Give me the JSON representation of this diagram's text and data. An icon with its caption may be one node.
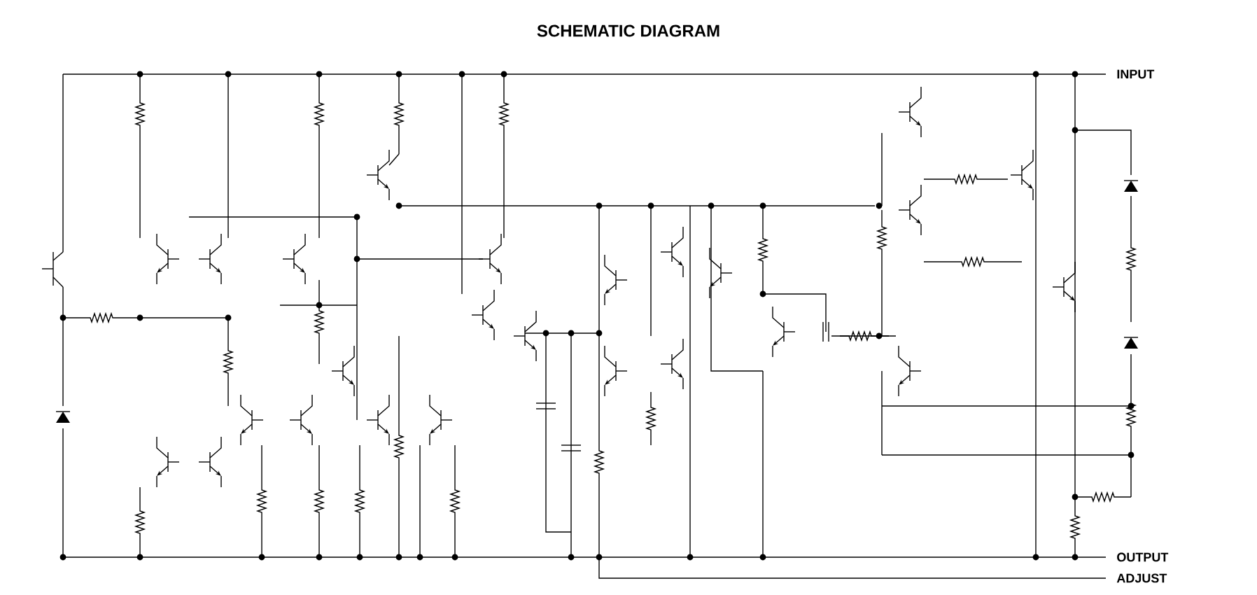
{
  "diagram": {
    "title": "SCHEMATIC DIAGRAM",
    "labels": [
      "INPUT",
      "OUTPUT",
      "ADJUST"
    ]
  }
}
